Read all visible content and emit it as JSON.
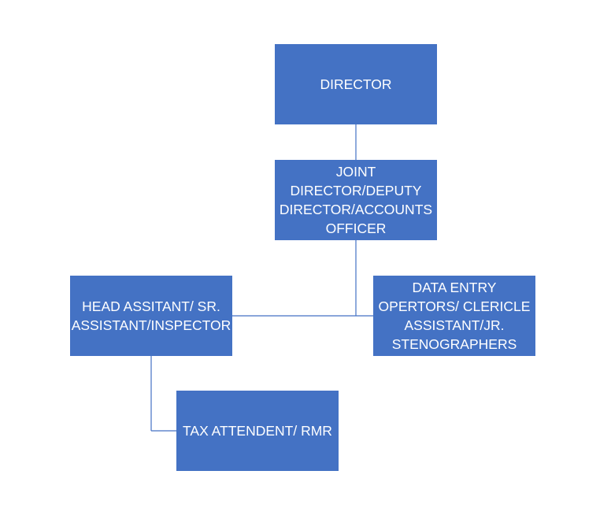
{
  "org_chart": {
    "nodes": [
      {
        "id": "director",
        "label": "DIRECTOR"
      },
      {
        "id": "joint",
        "label": "JOINT DIRECTOR/DEPUTY DIRECTOR/ACCOUNTS OFFICER"
      },
      {
        "id": "head",
        "label": "HEAD ASSITANT/ SR. ASSISTANT/INSPECTOR"
      },
      {
        "id": "data",
        "label": "DATA ENTRY OPERTORS/ CLERICLE ASSISTANT/JR. STENOGRAPHERS"
      },
      {
        "id": "tax",
        "label": "TAX ATTENDENT/ RMR"
      }
    ],
    "edges": [
      {
        "from": "director",
        "to": "joint"
      },
      {
        "from": "joint",
        "to": "head"
      },
      {
        "from": "joint",
        "to": "data"
      },
      {
        "from": "head",
        "to": "tax"
      }
    ],
    "colors": {
      "box_fill": "#4472c4",
      "box_text": "#ffffff",
      "connector": "#4472c4"
    }
  }
}
